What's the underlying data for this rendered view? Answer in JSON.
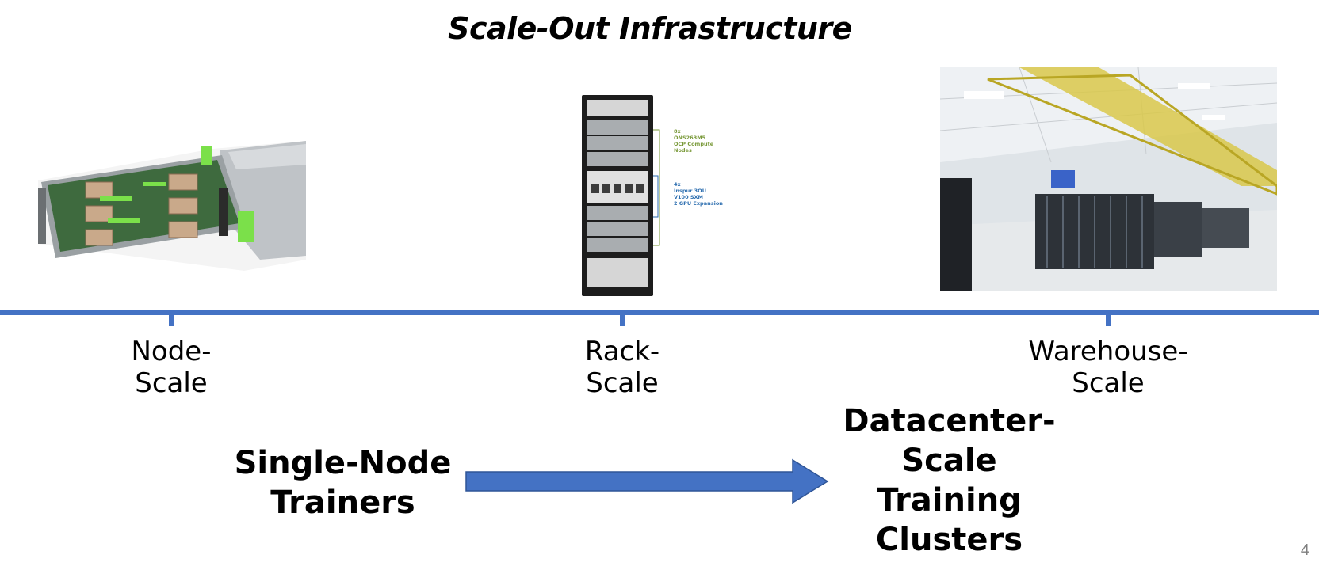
{
  "title": "Scale-Out Infrastructure",
  "timeline": {
    "labels": [
      {
        "line1": "Node-",
        "line2": "Scale"
      },
      {
        "line1": "Rack-",
        "line2": "Scale"
      },
      {
        "line1": "Warehouse-",
        "line2": "Scale"
      }
    ]
  },
  "rack_callouts": {
    "compute": [
      "8x",
      "ONS263M5",
      "OCP Compute",
      "Nodes"
    ],
    "gpu": [
      "4x",
      "Inspur 3OU",
      "V100 SXM",
      "2 GPU Expansion"
    ]
  },
  "progression": {
    "from": {
      "line1": "Single-Node",
      "line2": "Trainers"
    },
    "to": {
      "line1": "Datacenter-",
      "line2": "Scale",
      "line3": "Training",
      "line4": "Clusters"
    }
  },
  "page_number": "4",
  "colors": {
    "accent": "#4472c4",
    "callout_green": "#7a9a3a",
    "callout_blue": "#2e6fb0"
  },
  "images": [
    "server-node-photo",
    "rack-photo",
    "datacenter-photo"
  ]
}
